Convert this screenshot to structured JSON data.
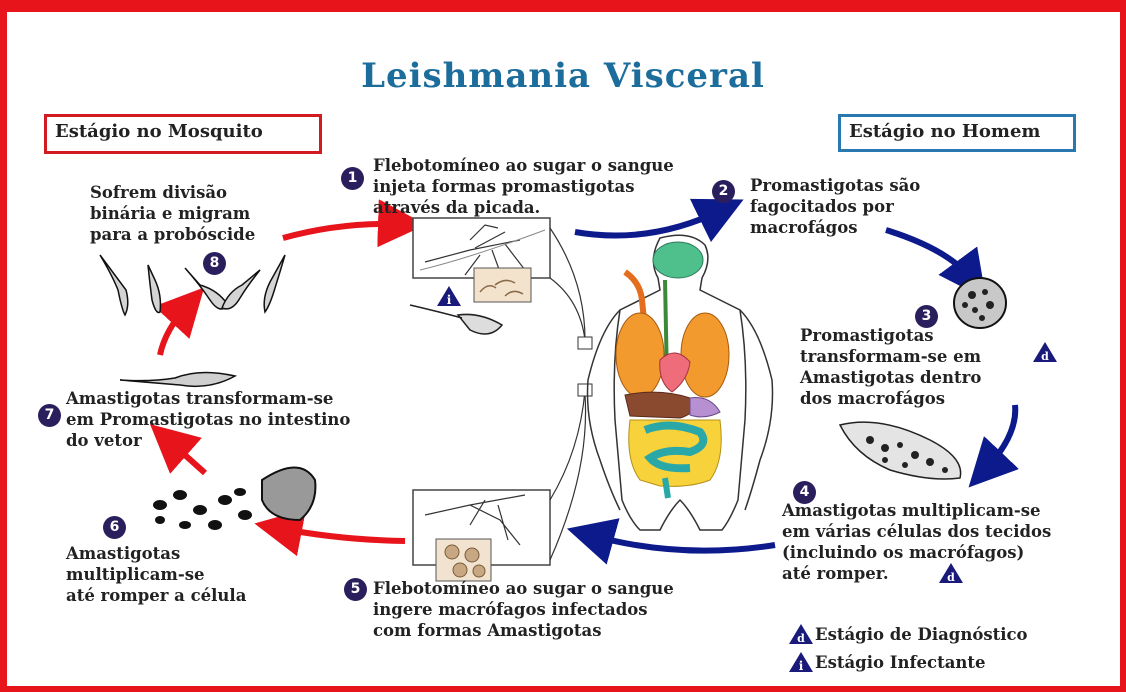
{
  "title": "Leishmania Visceral",
  "stage_mosquito": "Estágio no Mosquito",
  "stage_homem": "Estágio no Homem",
  "steps": {
    "s1": {
      "num": "1",
      "lines": [
        "Flebotomíneo ao sugar o sangue",
        "injeta formas promastigotas",
        "através da picada."
      ]
    },
    "s2": {
      "num": "2",
      "lines": [
        "Promastigotas são",
        "fagocitados por",
        "macrofágos"
      ]
    },
    "s3": {
      "num": "3",
      "lines": [
        "Promastigotas",
        "transformam-se em",
        "Amastigotas dentro",
        "dos macrofágos"
      ]
    },
    "s4": {
      "num": "4",
      "lines": [
        "Amastigotas multiplicam-se",
        "em várias células dos tecidos",
        "(incluindo os macrófagos)",
        "até romper."
      ]
    },
    "s5": {
      "num": "5",
      "lines": [
        "Flebotomíneo ao sugar o sangue",
        "ingere macrófagos infectados",
        "com formas Amastigotas"
      ]
    },
    "s6": {
      "num": "6",
      "lines": [
        "Amastigotas",
        "multiplicam-se",
        "até romper a célula"
      ]
    },
    "s7": {
      "num": "7",
      "lines": [
        "Amastigotas transformam-se",
        "em Promastigotas no intestino",
        "do vetor"
      ]
    },
    "s8": {
      "num": "8",
      "lines": [
        "Sofrem divisão",
        "binária e migram",
        "para a probóscide"
      ]
    }
  },
  "legend": {
    "d_symbol": "d",
    "i_symbol": "i",
    "diagnostico": "Estágio de Diagnóstico",
    "infectante": "Estágio Infectante"
  },
  "colors": {
    "red": "#e8141c",
    "blue": "#0d1a8c",
    "title": "#1c6d9b",
    "badge": "#2a1f5c"
  }
}
